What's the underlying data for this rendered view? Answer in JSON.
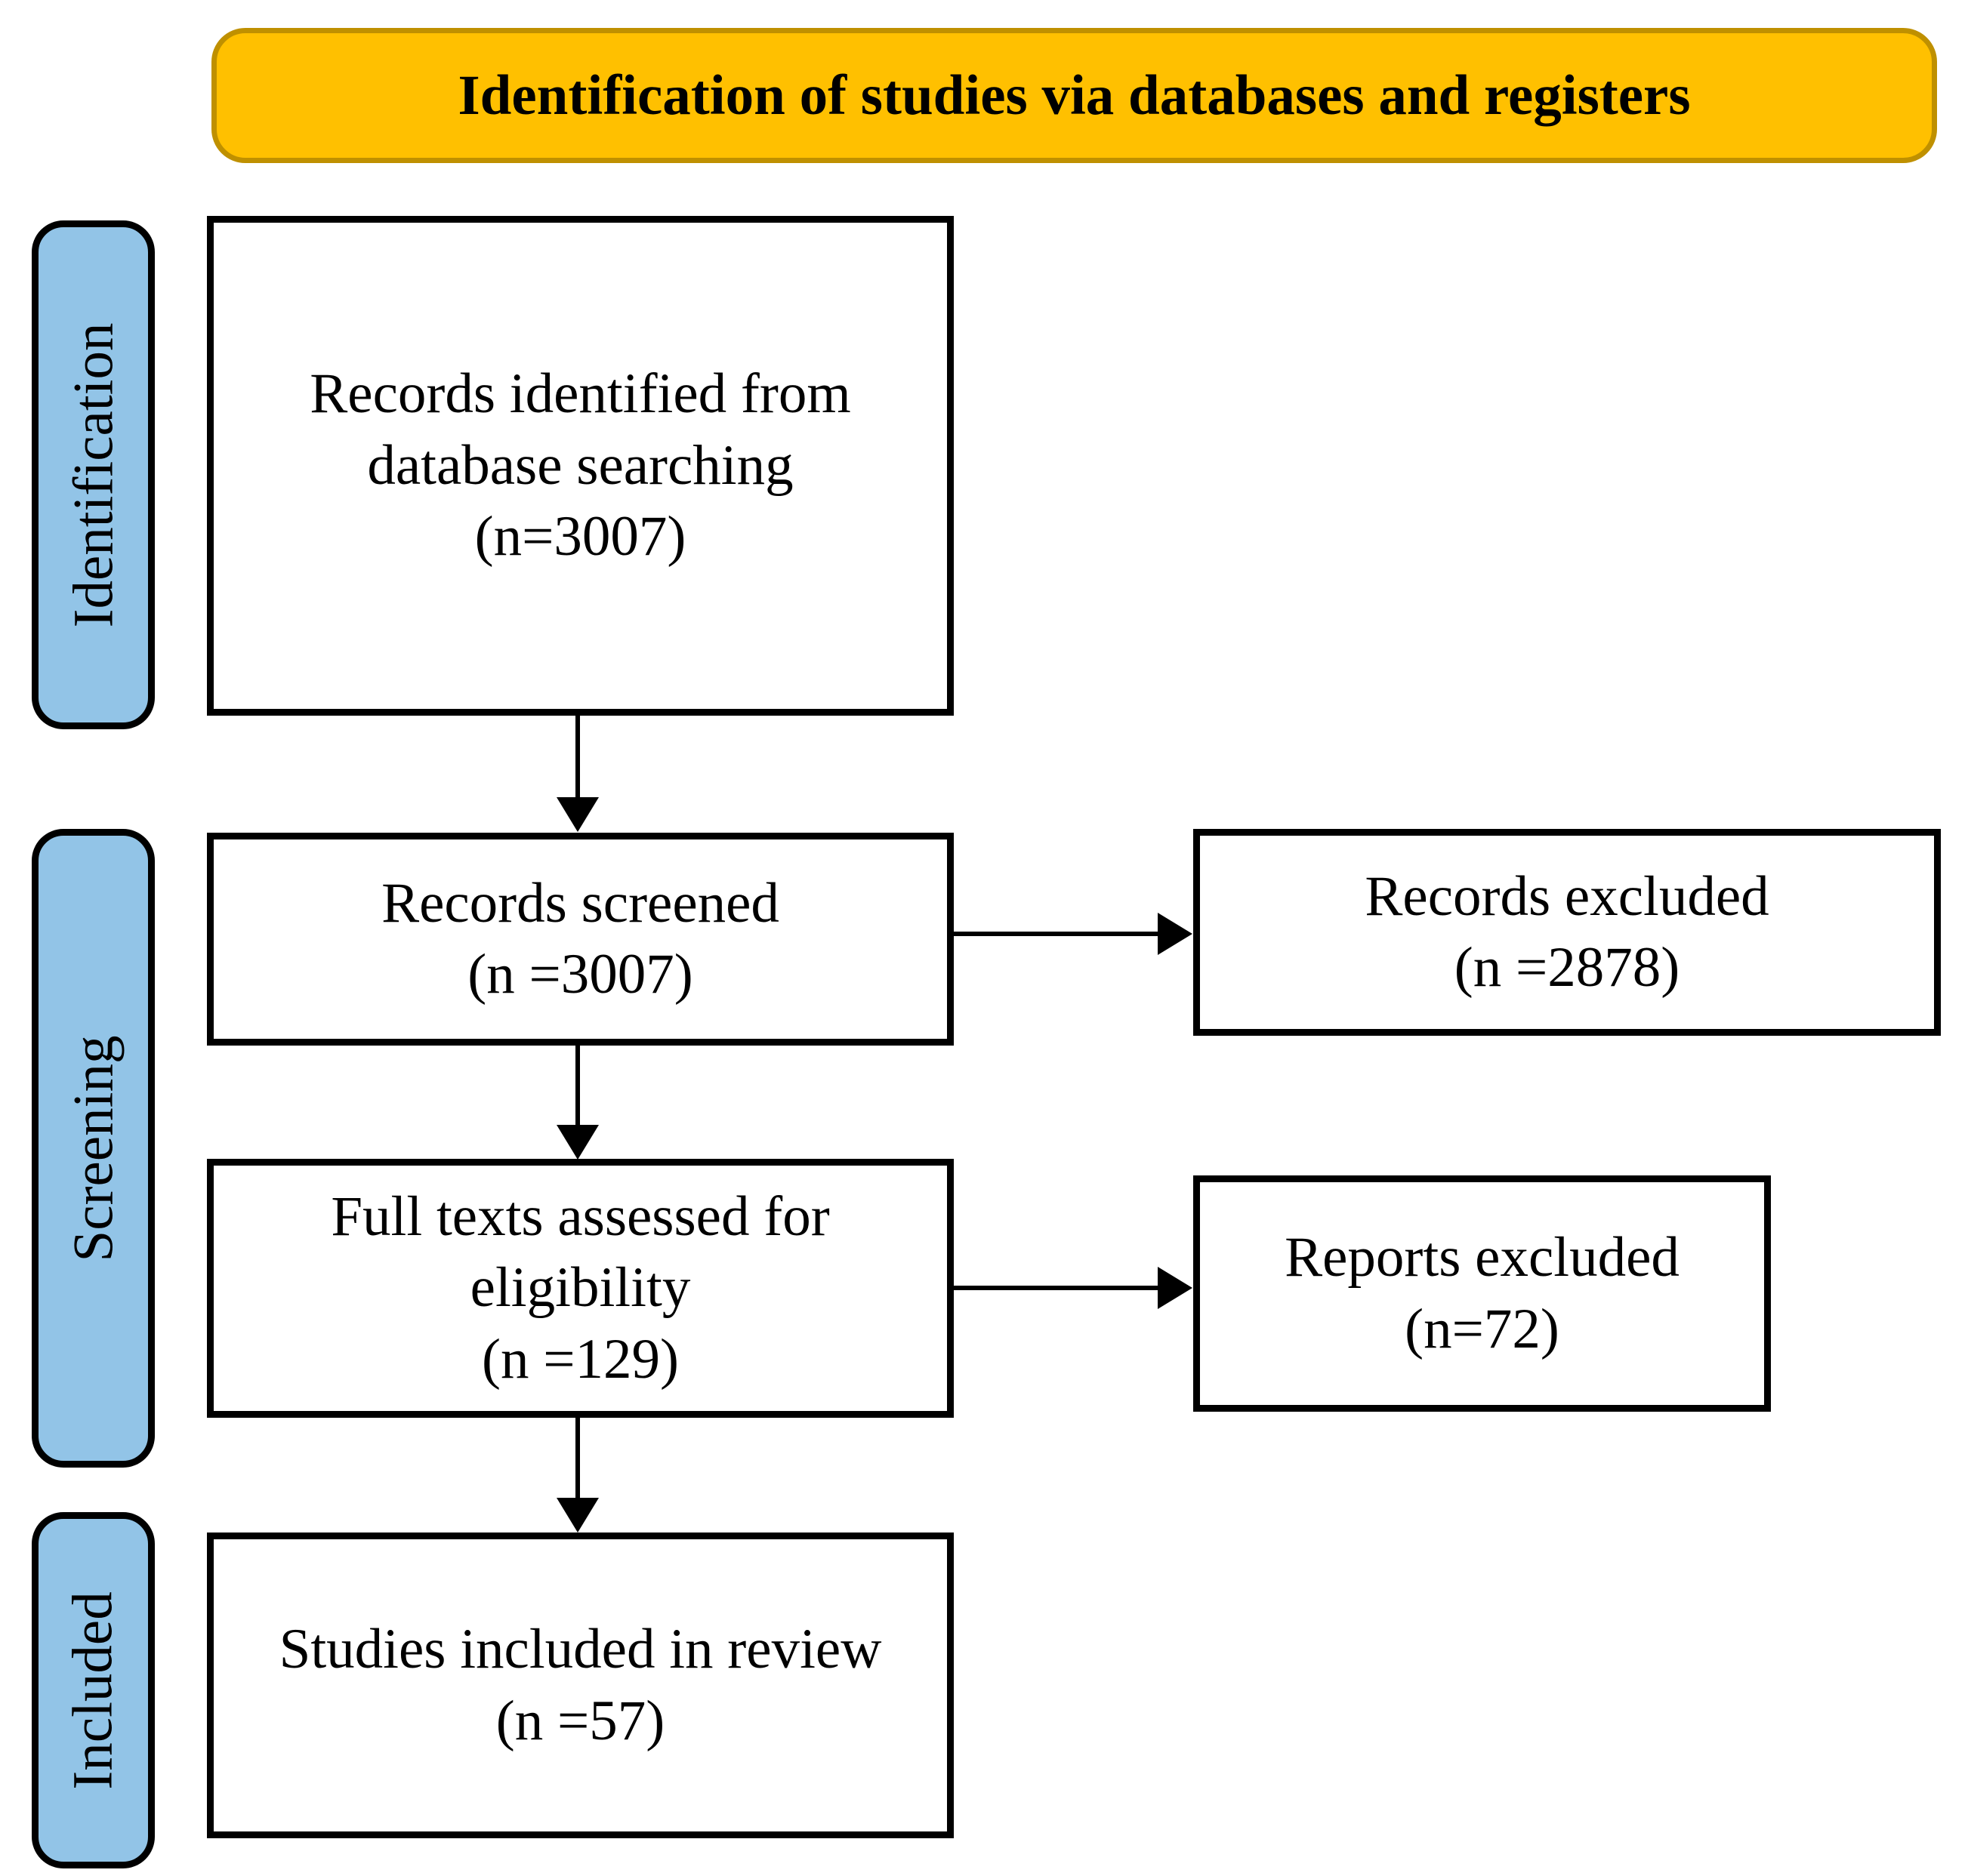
{
  "banner": {
    "title": "Identification of studies via databases and registers"
  },
  "stages": [
    {
      "label": "Identification"
    },
    {
      "label": "Screening"
    },
    {
      "label": "Included"
    }
  ],
  "boxes": {
    "records_identified": {
      "lines": [
        "Records identified from",
        "database searching",
        "(n=3007)"
      ]
    },
    "records_screened": {
      "lines": [
        "Records screened",
        "(n =3007)"
      ]
    },
    "records_excluded": {
      "lines": [
        "Records excluded",
        "(n =2878)"
      ]
    },
    "full_texts": {
      "lines": [
        "Full texts assessed for",
        "eligibility",
        "(n =129)"
      ]
    },
    "reports_excluded": {
      "lines": [
        "Reports excluded",
        "(n=72)"
      ]
    },
    "studies_included": {
      "lines": [
        "Studies included in review",
        "(n =57)"
      ]
    }
  },
  "colors": {
    "banner_fill": "#FFC000",
    "banner_border": "#BF9000",
    "stage_fill": "#92C4E7",
    "box_border": "#000000",
    "box_fill": "#FFFFFF"
  }
}
